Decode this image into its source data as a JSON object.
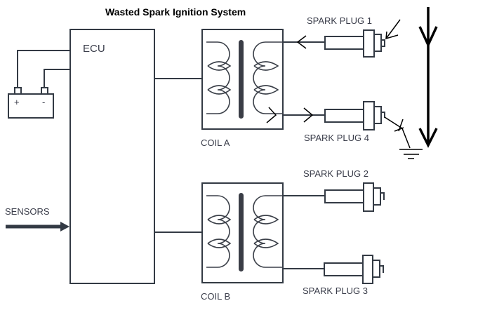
{
  "title": "Wasted Spark Ignition System",
  "ecu_label": "ECU",
  "sensors_label": "SENSORS",
  "battery": {
    "plus": "+",
    "minus": "-"
  },
  "coils": [
    {
      "label": "COIL A"
    },
    {
      "label": "COIL B"
    }
  ],
  "spark_plugs": [
    {
      "label": "SPARK PLUG 1"
    },
    {
      "label": "SPARK PLUG 4"
    },
    {
      "label": "SPARK PLUG 2"
    },
    {
      "label": "SPARK PLUG 3"
    }
  ],
  "colors": {
    "line": "#333a44",
    "annotation": "#000000"
  }
}
